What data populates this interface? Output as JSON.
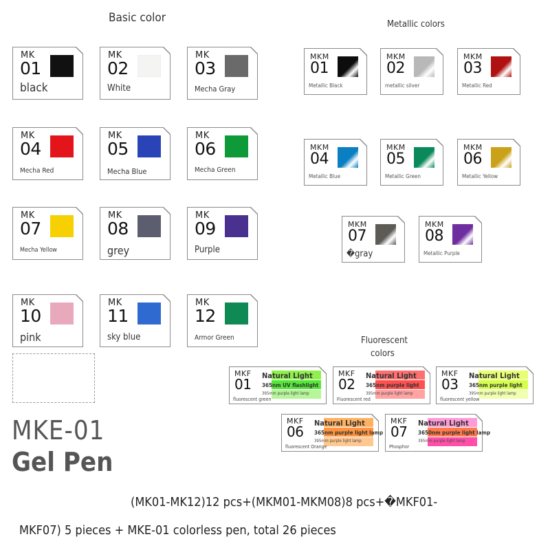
{
  "headers": {
    "basic": "Basic color",
    "metallic": "Metallic colors",
    "fluorescent_line1": "Fluorescent",
    "fluorescent_line2": "colors"
  },
  "basic": [
    {
      "code": "MK",
      "num": "01",
      "label": "black",
      "color": "#111111"
    },
    {
      "code": "MK",
      "num": "02",
      "label": "White",
      "color": "#f4f4f2"
    },
    {
      "code": "MK",
      "num": "03",
      "label": "Mecha Gray",
      "color": "#6a6a6a"
    },
    {
      "code": "MK",
      "num": "04",
      "label": "Mecha Red",
      "color": "#e3141a"
    },
    {
      "code": "MK",
      "num": "05",
      "label": "Mecha Blue",
      "color": "#2a44b8"
    },
    {
      "code": "MK",
      "num": "06",
      "label": "Mecha Green",
      "color": "#0f9a3a"
    },
    {
      "code": "MK",
      "num": "07",
      "label": "Mecha Yellow",
      "color": "#f6d000"
    },
    {
      "code": "MK",
      "num": "08",
      "label": "grey",
      "color": "#5d5d70"
    },
    {
      "code": "MK",
      "num": "09",
      "label": "Purple",
      "color": "#4a3190"
    },
    {
      "code": "MK",
      "num": "10",
      "label": "pink",
      "color": "#e9a9bd"
    },
    {
      "code": "MK",
      "num": "11",
      "label": "sky blue",
      "color": "#2f6ad0"
    },
    {
      "code": "MK",
      "num": "12",
      "label": "Armor Green",
      "color": "#0f8a55"
    }
  ],
  "metallic": [
    {
      "code": "MKM",
      "num": "01",
      "label": "Metallic Black",
      "color": "#0d0d0d"
    },
    {
      "code": "MKM",
      "num": "02",
      "label": "metallic silver",
      "color": "#b8b8b8"
    },
    {
      "code": "MKM",
      "num": "03",
      "label": "Metallic Red",
      "color": "#b01212"
    },
    {
      "code": "MKM",
      "num": "04",
      "label": "Metallic Blue",
      "color": "#0a7fc2"
    },
    {
      "code": "MKM",
      "num": "05",
      "label": "Metallic Green",
      "color": "#0a8a5a"
    },
    {
      "code": "MKM",
      "num": "06",
      "label": "Metallic Yellow",
      "color": "#c9a219"
    },
    {
      "code": "MKM",
      "num": "07",
      "label": "�gray",
      "color": "#5c5b56"
    },
    {
      "code": "MKM",
      "num": "08",
      "label": "Metallic Purple",
      "color": "#6e2ea0"
    }
  ],
  "fluorescent": [
    {
      "code": "MKF",
      "num": "01",
      "title": "Natural Light",
      "line2": "365nm UV flashlight",
      "line3": "395mm purple light lamp",
      "name": "fluorescent green",
      "colors": [
        "#8ef04a",
        "#55e83a",
        "#b6f59a"
      ]
    },
    {
      "code": "MKF",
      "num": "02",
      "title": "Natural Light",
      "line2": "365nm purple light",
      "line3": "395mm purple light lamp",
      "name": "Fluorescent red",
      "colors": [
        "#ff6f6f",
        "#ff5050",
        "#ffa3a3"
      ]
    },
    {
      "code": "MKF",
      "num": "03",
      "title": "Natural Light",
      "line2": "365nm purple light",
      "line3": "395mm purple light lamp",
      "name": "fluorescent yellow",
      "colors": [
        "#e8ff70",
        "#d6ff4c",
        "#f0ffb0"
      ]
    },
    {
      "code": "MKF",
      "num": "06",
      "title": "Natural Light",
      "line2": "365nm purple light lamp",
      "line3": "395mm purple light lamp",
      "name": "fluorescent Orange",
      "colors": [
        "#ffb060",
        "#ff9440",
        "#ffc890"
      ]
    },
    {
      "code": "MKF",
      "num": "07",
      "title": "Natural Light",
      "line2": "3650nm purple light lamp",
      "line3": "395mm purple light lamp",
      "name": "Phosphor",
      "colors": [
        "#ff9ad8",
        "#ff7a4a",
        "#ff4fa8"
      ]
    }
  ],
  "product": {
    "model": "MKE-01",
    "name": "Gel Pen"
  },
  "footer": {
    "line1": "(MK01-MK12)12 pcs+(MKM01-MKM08)8 pcs+�MKF01-",
    "line2": "MKF07) 5 pieces + MKE-01 colorless pen, total 26 pieces"
  }
}
